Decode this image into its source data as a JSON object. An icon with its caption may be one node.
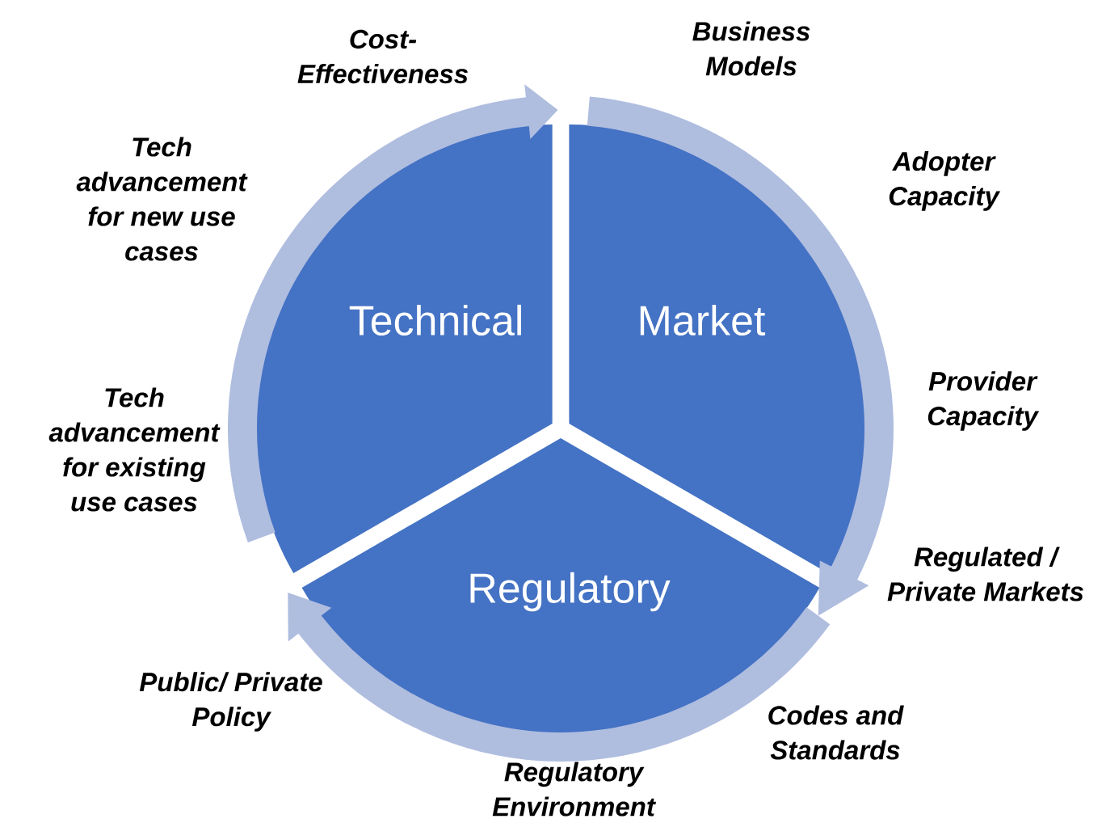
{
  "diagram": {
    "nodes": [
      {
        "text": [
          "Technical"
        ],
        "beside": [
          "Cost- Effectiveness",
          "Tech advancement for new use cases",
          "Tech advancement for existing use cases"
        ]
      },
      {
        "text": [
          "Market"
        ],
        "beside": [
          "Business Models",
          "Adopter Capacity",
          "Provider Capacity",
          "Regulated / Private Markets"
        ]
      },
      {
        "text": [
          "Regulatory"
        ],
        "beside": [
          "Public/ Private Policy",
          "Codes and Standards",
          "Regulatory Environment"
        ]
      }
    ],
    "edges": [
      {
        "from": 0,
        "to": 1,
        "arrow": "to"
      },
      {
        "from": 1,
        "to": 2,
        "arrow": "to"
      },
      {
        "from": 2,
        "to": 0,
        "arrow": "to"
      }
    ]
  }
}
